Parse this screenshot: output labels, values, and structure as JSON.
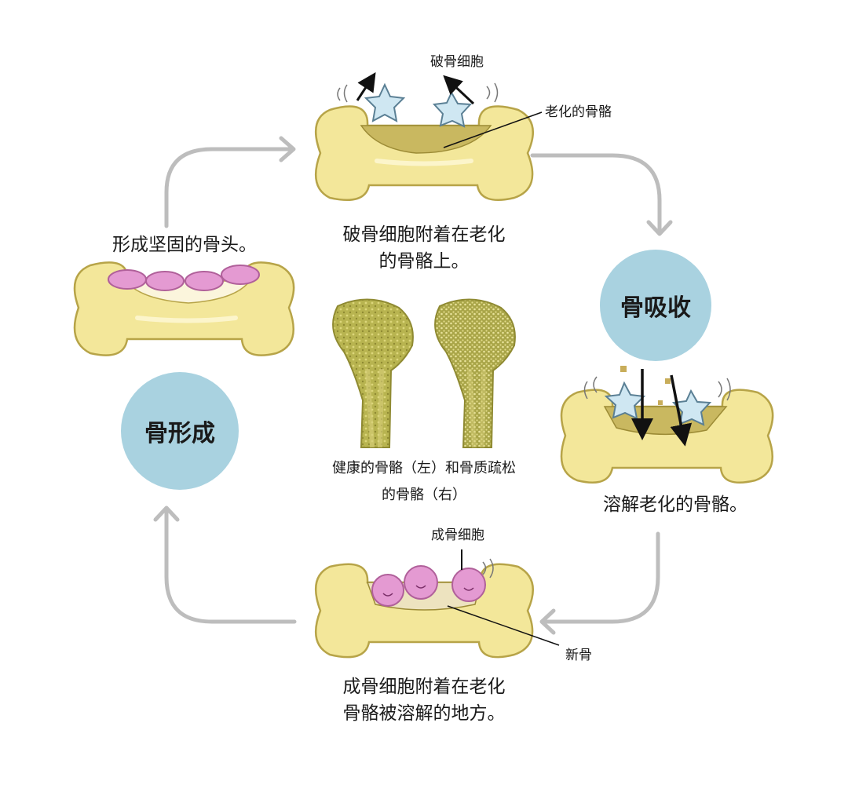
{
  "labels": {
    "osteoclast": "破骨细胞",
    "old_bone": "老化的骨骼",
    "step1_line1": "破骨细胞附着在老化",
    "step1_line2": "的骨骼上。",
    "resorption": "骨吸收",
    "step2": "溶解老化的骨骼。",
    "osteoblast": "成骨细胞",
    "new_bone": "新骨",
    "step3_line1": "成骨细胞附着在老化",
    "step3_line2": "骨骼被溶解的地方。",
    "formation": "骨形成",
    "step4": "形成坚固的骨头。",
    "center_line1": "健康的骨骼（左）和骨质疏松",
    "center_line2": "的骨骼（右）"
  },
  "colors": {
    "bone": "#f3e79a",
    "bone_outline": "#b7a448",
    "bone_cavity": "#c9b860",
    "osteoclast": "#cfe7f2",
    "osteoblast": "#e49ad2",
    "circle": "#a9d2e0",
    "arrow": "#bdbdbd",
    "femur": "#b3b04e"
  },
  "icons": {
    "cycle_arrow": "curved-arrow-icon",
    "osteoclast_cell": "star-cell-icon",
    "osteoblast_cell": "round-cell-icon"
  }
}
